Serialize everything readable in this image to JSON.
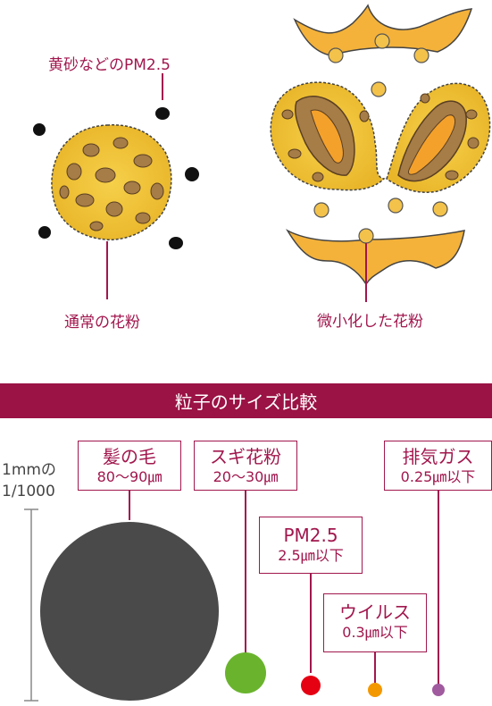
{
  "top": {
    "yellow_sand_label": "黄砂などのPM2.5",
    "normal_pollen_label": "通常の花粉",
    "fine_pollen_label": "微小化した花粉"
  },
  "comparison": {
    "title": "粒子のサイズ比較",
    "scale_label_line1": "1mmの",
    "scale_label_line2": "1/1000",
    "items": [
      {
        "name": "髪の毛",
        "size": "80〜90㎛",
        "color": "#4a4a4a"
      },
      {
        "name": "スギ花粉",
        "size": "20〜30㎛",
        "color": "#6ab42d"
      },
      {
        "name": "PM2.5",
        "size": "2.5㎛以下",
        "color": "#e50012"
      },
      {
        "name": "ウイルス",
        "size": "0.3㎛以下",
        "color": "#f39800"
      },
      {
        "name": "排気ガス",
        "size": "0.25㎛以下",
        "color": "#a05a9e"
      }
    ]
  },
  "colors": {
    "accent": "#a1174d",
    "banner": "#9b1244",
    "pollen_fill": "#f2c53a",
    "pollen_spots": "#a67c47"
  }
}
